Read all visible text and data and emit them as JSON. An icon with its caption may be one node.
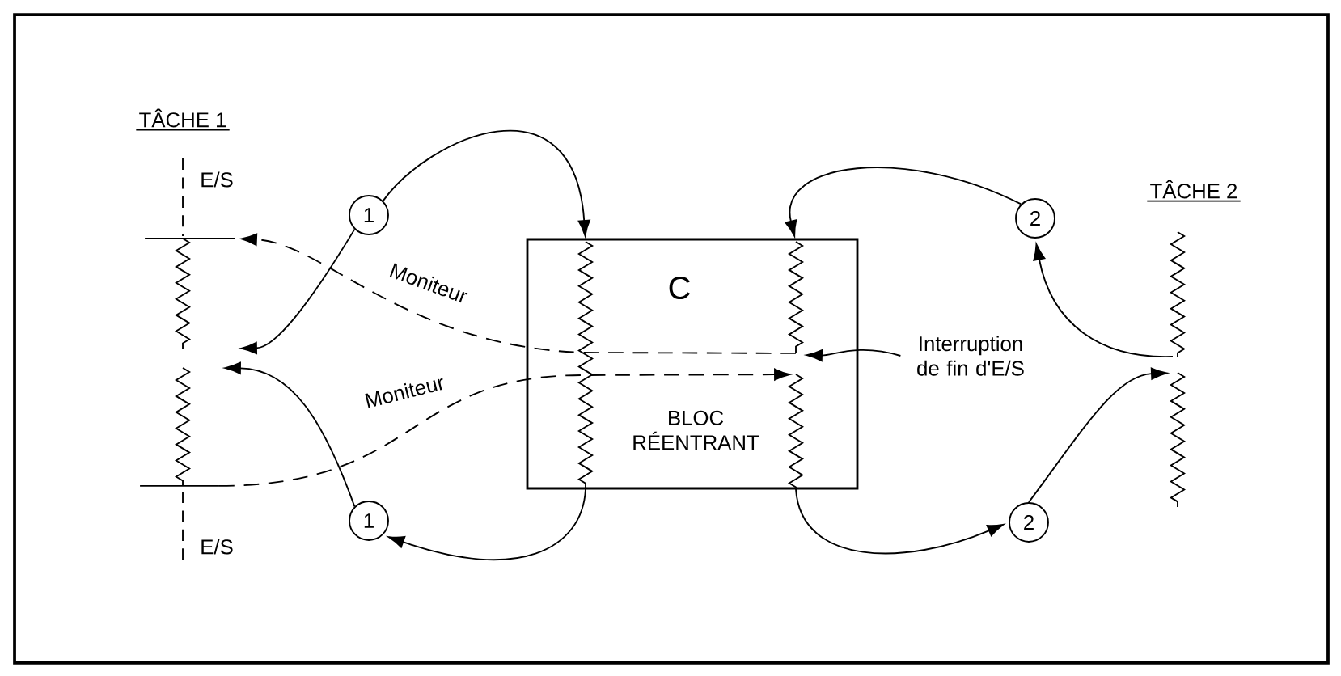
{
  "diagram": {
    "nodes": [
      {
        "text": [
          "C",
          "BLOC RÉENTRANT"
        ]
      },
      {
        "text": [],
        "shape": "zigzag"
      },
      {
        "text": [],
        "shape": "zigzag"
      },
      {
        "text": [
          "1"
        ]
      },
      {
        "text": [
          "1"
        ]
      },
      {
        "text": [],
        "shape": "zigzag",
        "in": 0
      },
      {
        "text": [],
        "shape": "zigzag",
        "in": 0
      },
      {
        "text": [],
        "shape": "zigzag",
        "in": 0
      },
      {
        "text": [
          "2"
        ]
      },
      {
        "text": [
          "2"
        ]
      },
      {
        "text": [
          "Interruption de fin d'E/S"
        ]
      },
      {
        "text": [],
        "shape": "zigzag"
      },
      {
        "text": [],
        "shape": "zigzag"
      }
    ],
    "edges": [
      {
        "from": 3,
        "to": 5,
        "arrow": "to"
      },
      {
        "from": 3,
        "to": 1,
        "arrow": "to"
      },
      {
        "from": 4,
        "to": 2,
        "arrow": "to"
      },
      {
        "from": 5,
        "to": 4,
        "arrow": "to"
      },
      {
        "from": 8,
        "to": 6,
        "arrow": "to"
      },
      {
        "from": 11,
        "to": 8,
        "arrow": "to"
      },
      {
        "from": 7,
        "to": 9,
        "arrow": "to"
      },
      {
        "from": 9,
        "to": 12,
        "arrow": "to"
      },
      {
        "from": 6,
        "to": 1,
        "arrow": "to",
        "style": "dashed",
        "label": "Moniteur"
      },
      {
        "from": 2,
        "to": 7,
        "arrow": "to",
        "style": "dashed",
        "label": "Moniteur"
      },
      {
        "from": 10,
        "to": 6,
        "arrow": "to"
      }
    ],
    "labels": [
      "TÂCHE 1",
      "TÂCHE 2",
      "E/S",
      "E/S"
    ]
  }
}
